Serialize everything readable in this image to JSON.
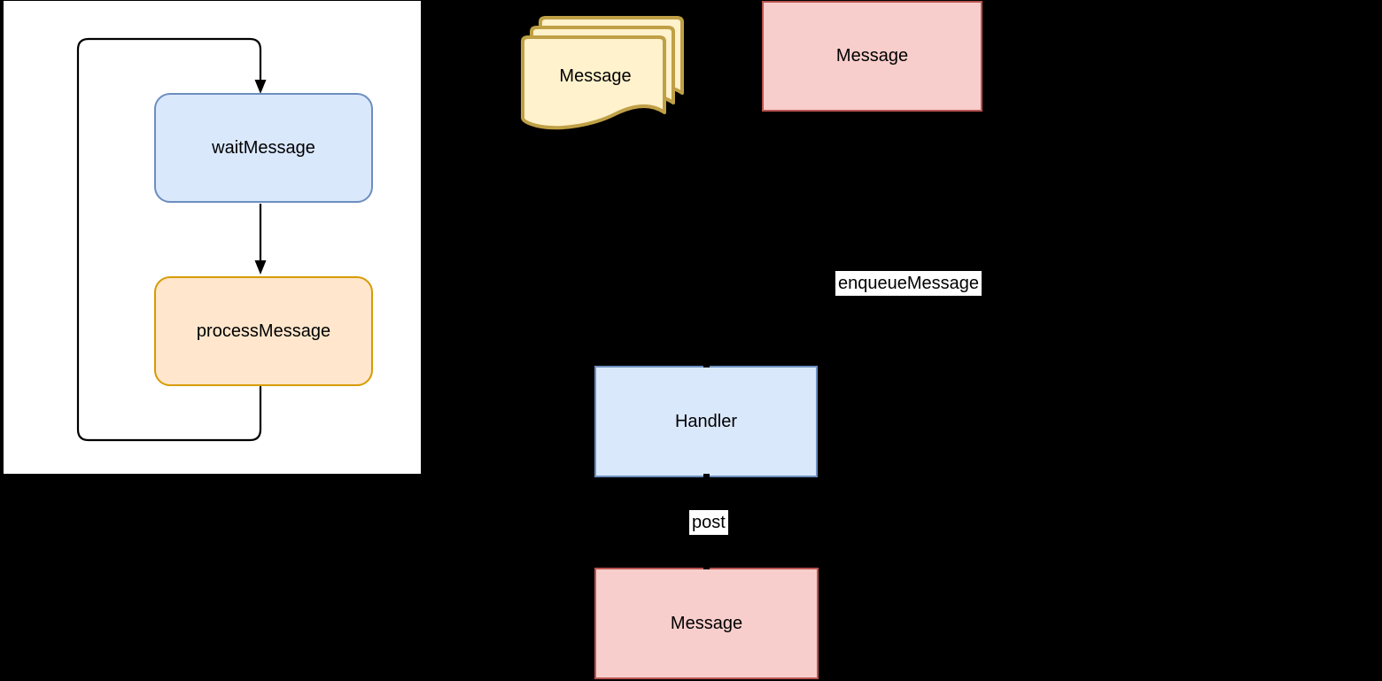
{
  "diagram": {
    "background_color": "#000000",
    "looper_panel": {
      "background_color": "#ffffff",
      "border_color": "#000000",
      "loop_arrow": "looper-message-loop",
      "wait_node": {
        "label": "waitMessage",
        "fill": "#DAE8FC",
        "stroke": "#6C8EBF"
      },
      "process_node": {
        "label": "processMessage",
        "fill": "#FFE6CC",
        "stroke": "#D79B00"
      }
    },
    "message_queue_stack": {
      "label": "Message",
      "fill": "#FFF2CC",
      "stroke": "#BFA046",
      "shape": "stacked-documents"
    },
    "incoming_message_node": {
      "label": "Message",
      "fill": "#F8CECC",
      "stroke": "#B85450"
    },
    "enqueue_edge": {
      "label": "enqueueMessage"
    },
    "handler_node": {
      "label": "Handler",
      "fill": "#DAE8FC",
      "stroke": "#6C8EBF"
    },
    "post_edge": {
      "label": "post"
    },
    "posted_message_node": {
      "label": "Message",
      "fill": "#F8CECC",
      "stroke": "#B85450"
    }
  }
}
